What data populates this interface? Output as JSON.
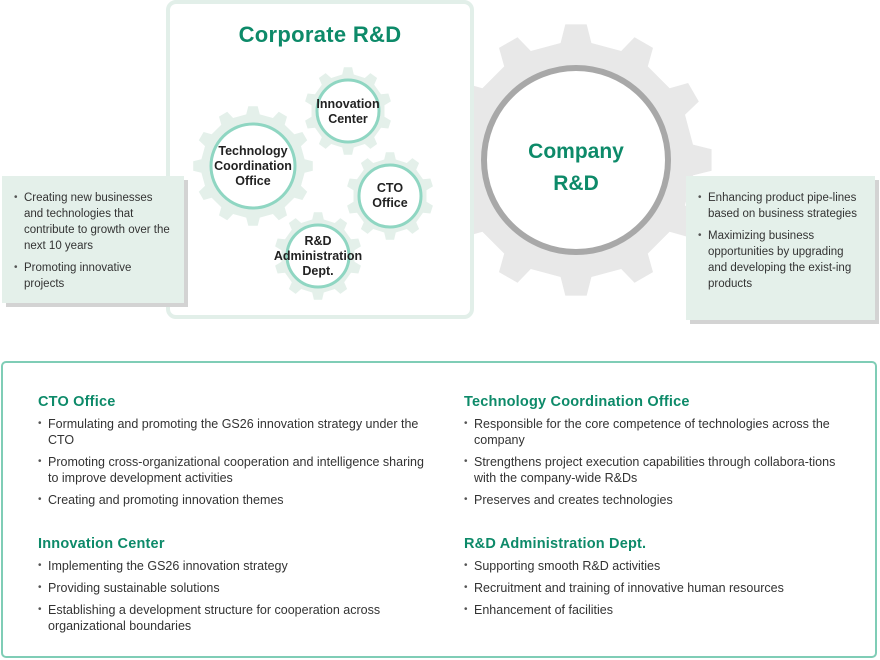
{
  "diagram": {
    "corporate_title": "Corporate R&D",
    "company_title": "Company\nR&D",
    "gears": {
      "technology": "Technology\nCoordination\nOffice",
      "innovation": "Innovation\nCenter",
      "cto": "CTO\nOffice",
      "admin": "R&D\nAdministration\nDept."
    },
    "left_box": [
      "Creating new businesses and technologies that contribute to growth over the next 10 years",
      "Promoting innovative projects"
    ],
    "right_box": [
      "Enhancing product pipe-lines based on business strategies",
      "Maximizing business opportunities by upgrading and developing the exist-ing products"
    ]
  },
  "sections": {
    "cto": {
      "title": "CTO Office",
      "items": [
        "Formulating and promoting the GS26 innovation strategy under the CTO",
        "Promoting cross-organizational cooperation and intelligence sharing to improve development activities",
        "Creating and promoting innovation themes"
      ]
    },
    "innovation": {
      "title": "Innovation Center",
      "items": [
        "Implementing the GS26 innovation strategy",
        "Providing sustainable solutions",
        "Establishing a development structure for cooperation across organizational boundaries"
      ]
    },
    "technology": {
      "title": "Technology Coordination Office",
      "items": [
        "Responsible for the core competence of technologies across the company",
        "Strengthens project execution capabilities through collabora-tions with the company-wide R&Ds",
        "Preserves and creates technologies"
      ]
    },
    "admin": {
      "title": "R&D Administration Dept.",
      "items": [
        "Supporting smooth R&D activities",
        "Recruitment and training of innovative human resources",
        "Enhancement of facilities"
      ]
    }
  },
  "colors": {
    "accent": "#0d8a69",
    "light_green": "#e4f0ea",
    "gear_gray": "#e8e8e8",
    "ring_gray": "#a8a8a8",
    "teal_ring": "#8fd6c2",
    "border": "#7fcdb6"
  }
}
